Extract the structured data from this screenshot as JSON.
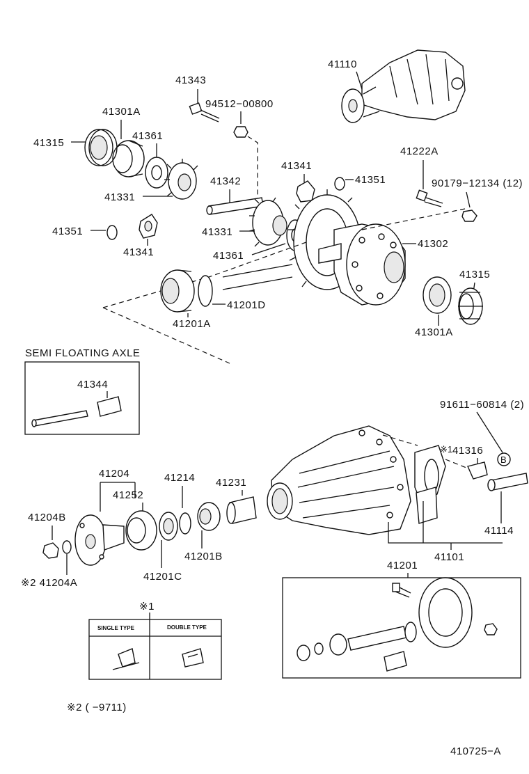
{
  "labels": {
    "p41110": "41110",
    "p41343": "41343",
    "p94512": "94512−00800",
    "p41301A_top": "41301A",
    "p41315_top": "41315",
    "p41361_top": "41361",
    "p41342": "41342",
    "p41341_mid": "41341",
    "p41351_mid": "41351",
    "p41222A": "41222A",
    "p90179": "90179−12134 (12)",
    "p41331_left": "41331",
    "p41331_mid": "41331",
    "p41351_left": "41351",
    "p41341_left": "41341",
    "p41361_mid": "41361",
    "p41302": "41302",
    "p41315_right": "41315",
    "p41201D": "41201D",
    "p41201A": "41201A",
    "p41301A_right": "41301A",
    "p41344": "41344",
    "p91611": "91611−60814 (2)",
    "p41316": "41316",
    "p41316_mark": "※1",
    "circle_b": "B",
    "p41204": "41204",
    "p41252": "41252",
    "p41214": "41214",
    "p41231": "41231",
    "p41204B": "41204B",
    "p41114": "41114",
    "p41201B": "41201B",
    "p41101": "41101",
    "p41201C": "41201C",
    "p41204A": "※2  41204A",
    "p41201_bottom": "41201",
    "note1_mark": "※1",
    "note2": "※2 (        −9711)",
    "diagram_id": "410725−A"
  },
  "semi_floating": {
    "title": "SEMI  FLOATING  AXLE"
  },
  "type_table": {
    "single": "SINGLE  TYPE",
    "double": "DOUBLE  TYPE"
  }
}
